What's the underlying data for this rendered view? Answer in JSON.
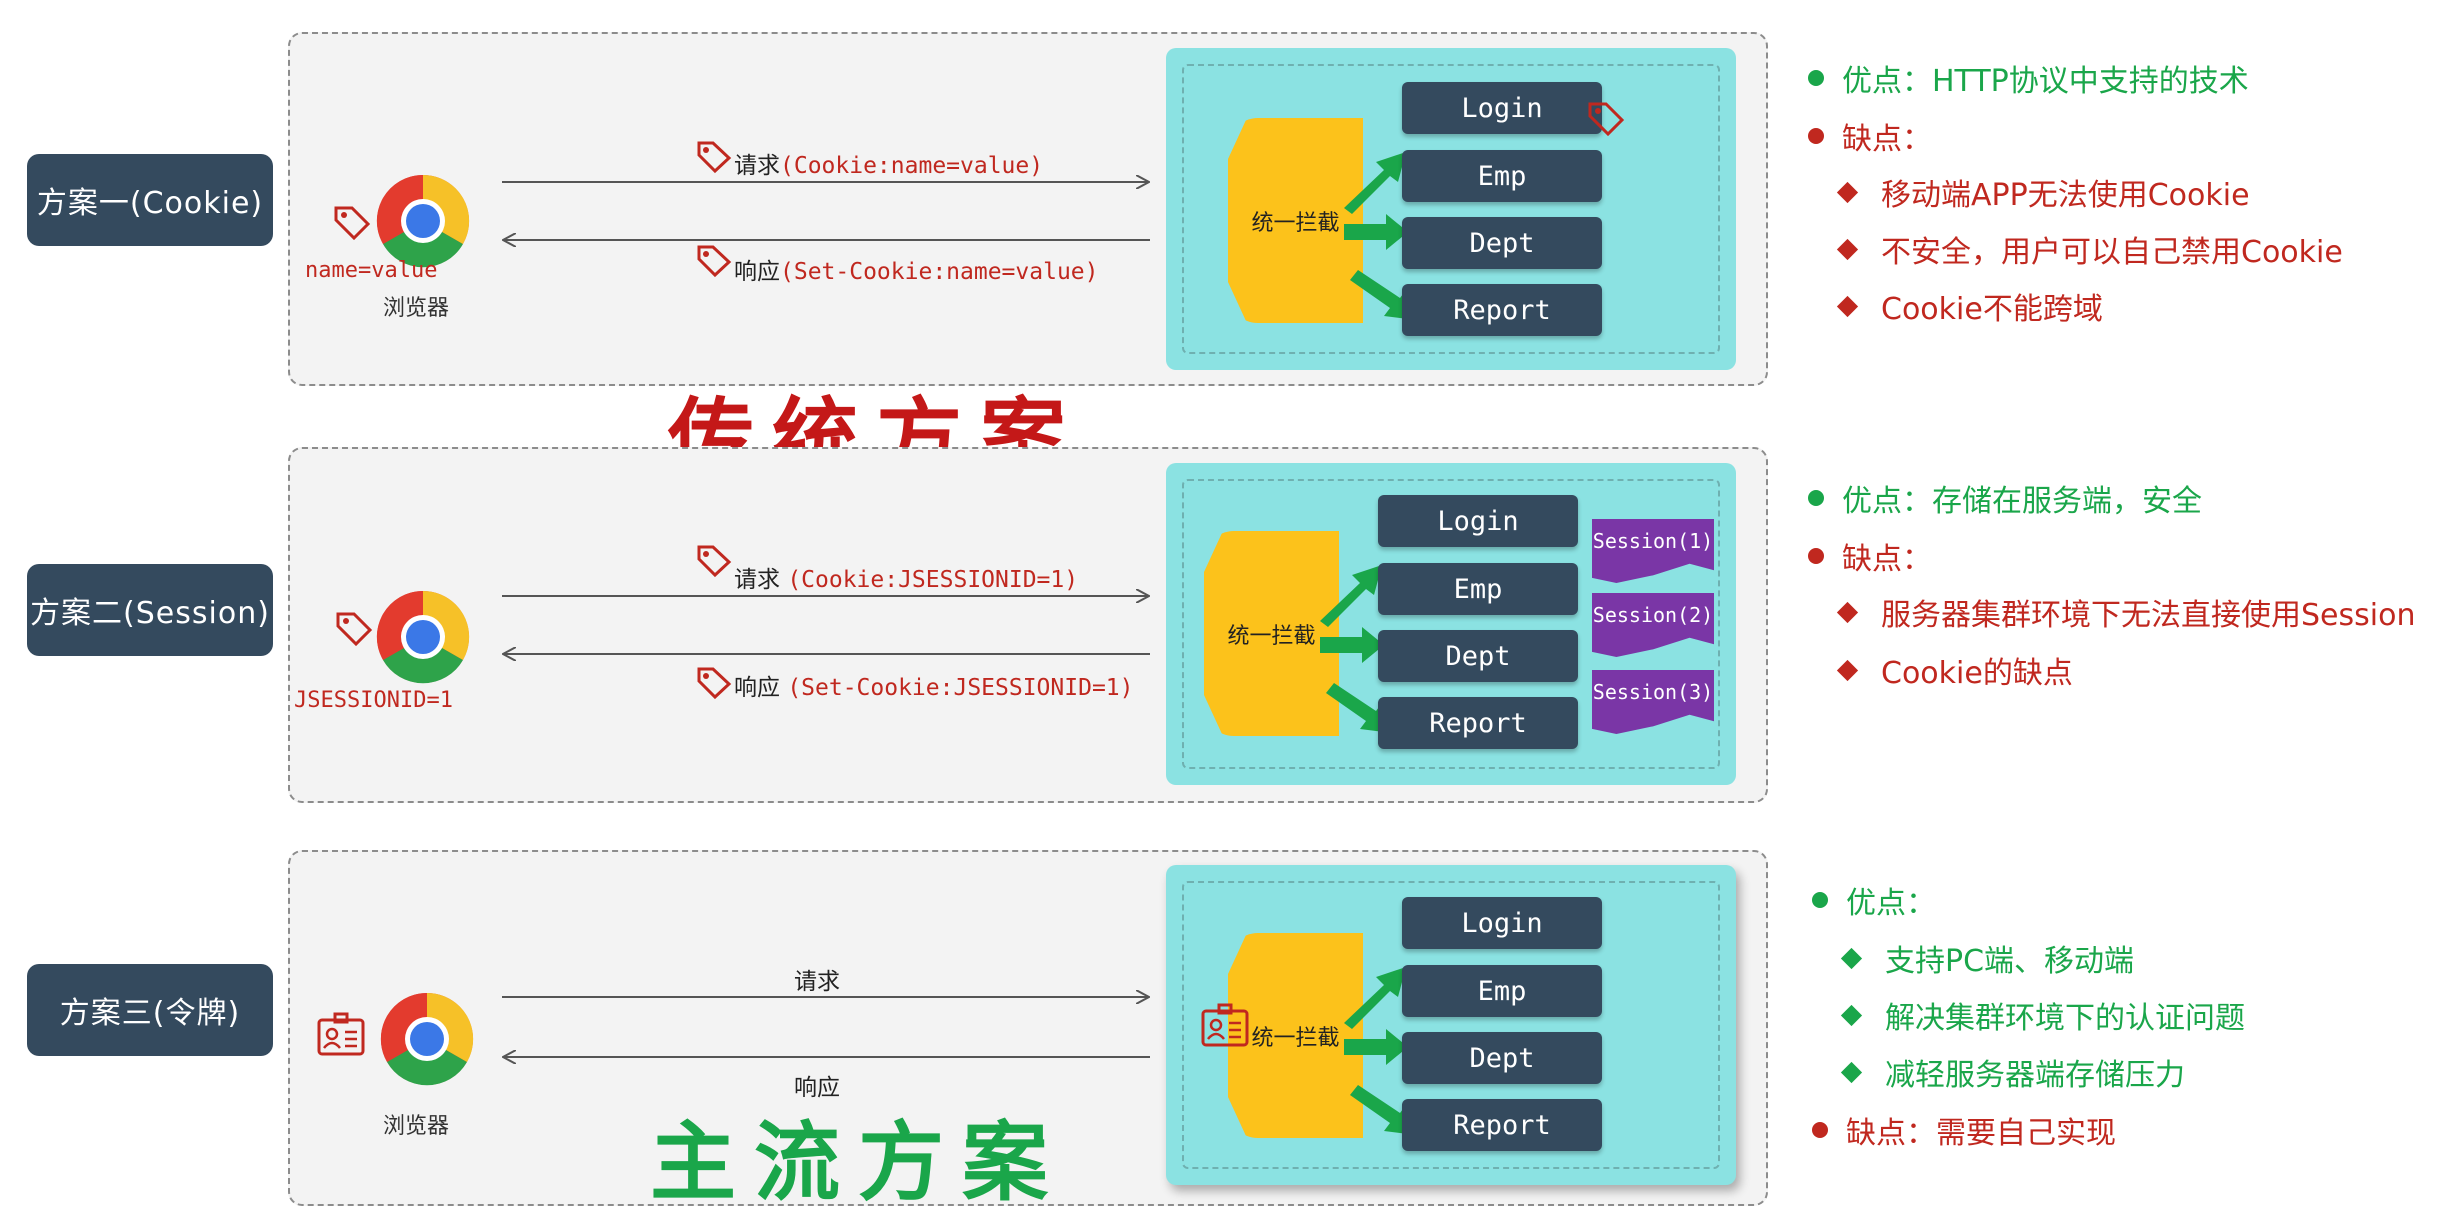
{
  "schemes": [
    {
      "label": "方案一(Cookie)",
      "request_prefix": "请求",
      "request_code": "(Cookie:name=value)",
      "response_prefix": "响应",
      "response_code": "(Set-Cookie:name=value)",
      "browser_cookie": "name=value",
      "browser_caption": "浏览器"
    },
    {
      "label": "方案二(Session)",
      "request_prefix": "请求",
      "request_code": "(Cookie:JSESSIONID=1)",
      "response_prefix": "响应",
      "response_code": "(Set-Cookie:JSESSIONID=1)",
      "browser_cookie": "JSESSIONID=1",
      "sessions": [
        "Session(1)",
        "Session(2)",
        "Session(3)"
      ]
    },
    {
      "label": "方案三(令牌)",
      "request_prefix": "请求",
      "response_prefix": "响应",
      "browser_caption": "浏览器"
    }
  ],
  "interceptor_label": "统一拦截",
  "services": [
    "Login",
    "Emp",
    "Dept",
    "Report"
  ],
  "titles": {
    "traditional": "传统方案",
    "mainstream": "主流方案"
  },
  "notes": {
    "scheme1": {
      "pro": "优点：HTTP协议中支持的技术",
      "con": "缺点：",
      "con_items": [
        "移动端APP无法使用Cookie",
        "不安全，用户可以自己禁用Cookie",
        "Cookie不能跨域"
      ]
    },
    "scheme2": {
      "pro": "优点：存储在服务端，安全",
      "con": "缺点：",
      "con_items": [
        "服务器集群环境下无法直接使用Session",
        "Cookie的缺点"
      ]
    },
    "scheme3": {
      "pro": "优点：",
      "pro_items": [
        "支持PC端、移动端",
        "解决集群环境下的认证问题",
        "减轻服务器端存储压力"
      ],
      "con": "缺点：需要自己实现"
    }
  },
  "colors": {
    "label_bg": "#344a5e",
    "server_bg": "#8be2e2",
    "interceptor": "#fcc21b",
    "arrow_green": "#1aa64a",
    "red": "#c0281f",
    "green_text": "#1aa64a",
    "session_purple": "#7a36a6"
  }
}
